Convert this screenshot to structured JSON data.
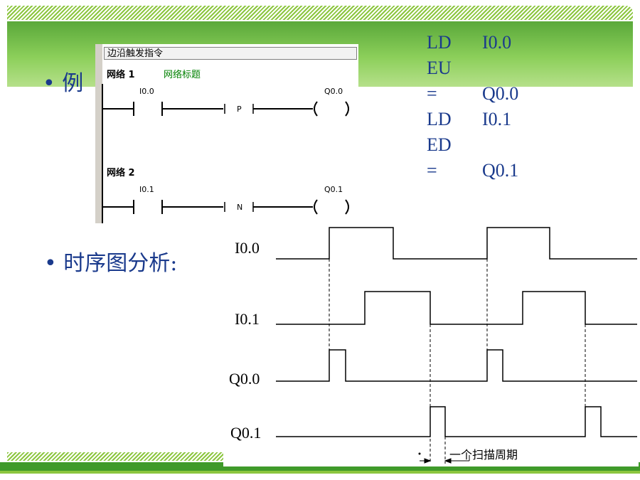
{
  "slide": {
    "example_bullet": "• 例",
    "timing_bullet": "• 时序图分析:"
  },
  "ladder": {
    "title": "边沿触发指令",
    "networks": [
      {
        "label": "网络 1",
        "title": "网络标题",
        "contact": "I0.0",
        "edge": "P",
        "coil": "Q0.0"
      },
      {
        "label": "网络 2",
        "title": "",
        "contact": "I0.1",
        "edge": "N",
        "coil": "Q0.1"
      }
    ]
  },
  "stl": [
    {
      "op": "LD",
      "arg": "I0.0"
    },
    {
      "op": "EU",
      "arg": ""
    },
    {
      "op": "=",
      "arg": "Q0.0"
    },
    {
      "op": "LD",
      "arg": "I0.1"
    },
    {
      "op": "ED",
      "arg": ""
    },
    {
      "op": "=",
      "arg": "Q0.1"
    }
  ],
  "timing": {
    "signals": [
      "I0.0",
      "I0.1",
      "Q0.0",
      "Q0.1"
    ],
    "scan_label": "一个扫描周期"
  }
}
